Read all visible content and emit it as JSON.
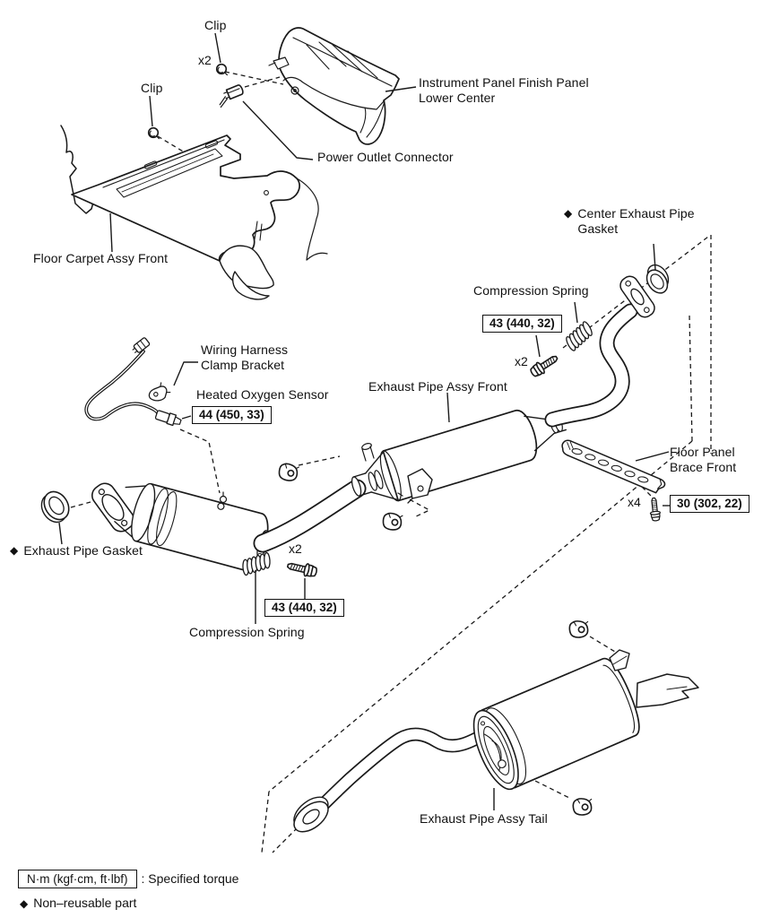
{
  "labels": {
    "clip_top": "Clip",
    "clip_top_qty": "x2",
    "clip_left": "Clip",
    "instrument_panel_l1": "Instrument Panel Finish Panel",
    "instrument_panel_l2": "Lower Center",
    "power_outlet_connector": "Power Outlet Connector",
    "floor_carpet": "Floor Carpet Assy Front",
    "center_exhaust_gasket_l1": "Center Exhaust Pipe",
    "center_exhaust_gasket_l2": "Gasket",
    "compression_spring_upper": "Compression Spring",
    "torque_spring_upper": "43 (440, 32)",
    "qty_bolt_upper": "x2",
    "wiring_harness_l1": "Wiring Harness",
    "wiring_harness_l2": "Clamp Bracket",
    "heated_oxygen_sensor": "Heated Oxygen Sensor",
    "torque_oxygen_sensor": "44 (450, 33)",
    "exhaust_pipe_front": "Exhaust Pipe Assy Front",
    "floor_panel_brace_l1": "Floor Panel",
    "floor_panel_brace_l2": "Brace Front",
    "qty_brace_bolt": "x4",
    "torque_brace_bolt": "30 (302, 22)",
    "exhaust_pipe_gasket": "Exhaust Pipe Gasket",
    "qty_bolt_lower": "x2",
    "torque_spring_lower": "43 (440, 32)",
    "compression_spring_lower": "Compression Spring",
    "exhaust_pipe_tail": "Exhaust Pipe Assy Tail"
  },
  "legend": {
    "torque_box": "N·m (kgf·cm, ft·lbf)",
    "torque_label": ": Specified torque",
    "diamond": "◆",
    "non_reusable_label": "Non–reusable part"
  },
  "colors": {
    "ink": "#1a1a1a",
    "background": "#ffffff"
  }
}
